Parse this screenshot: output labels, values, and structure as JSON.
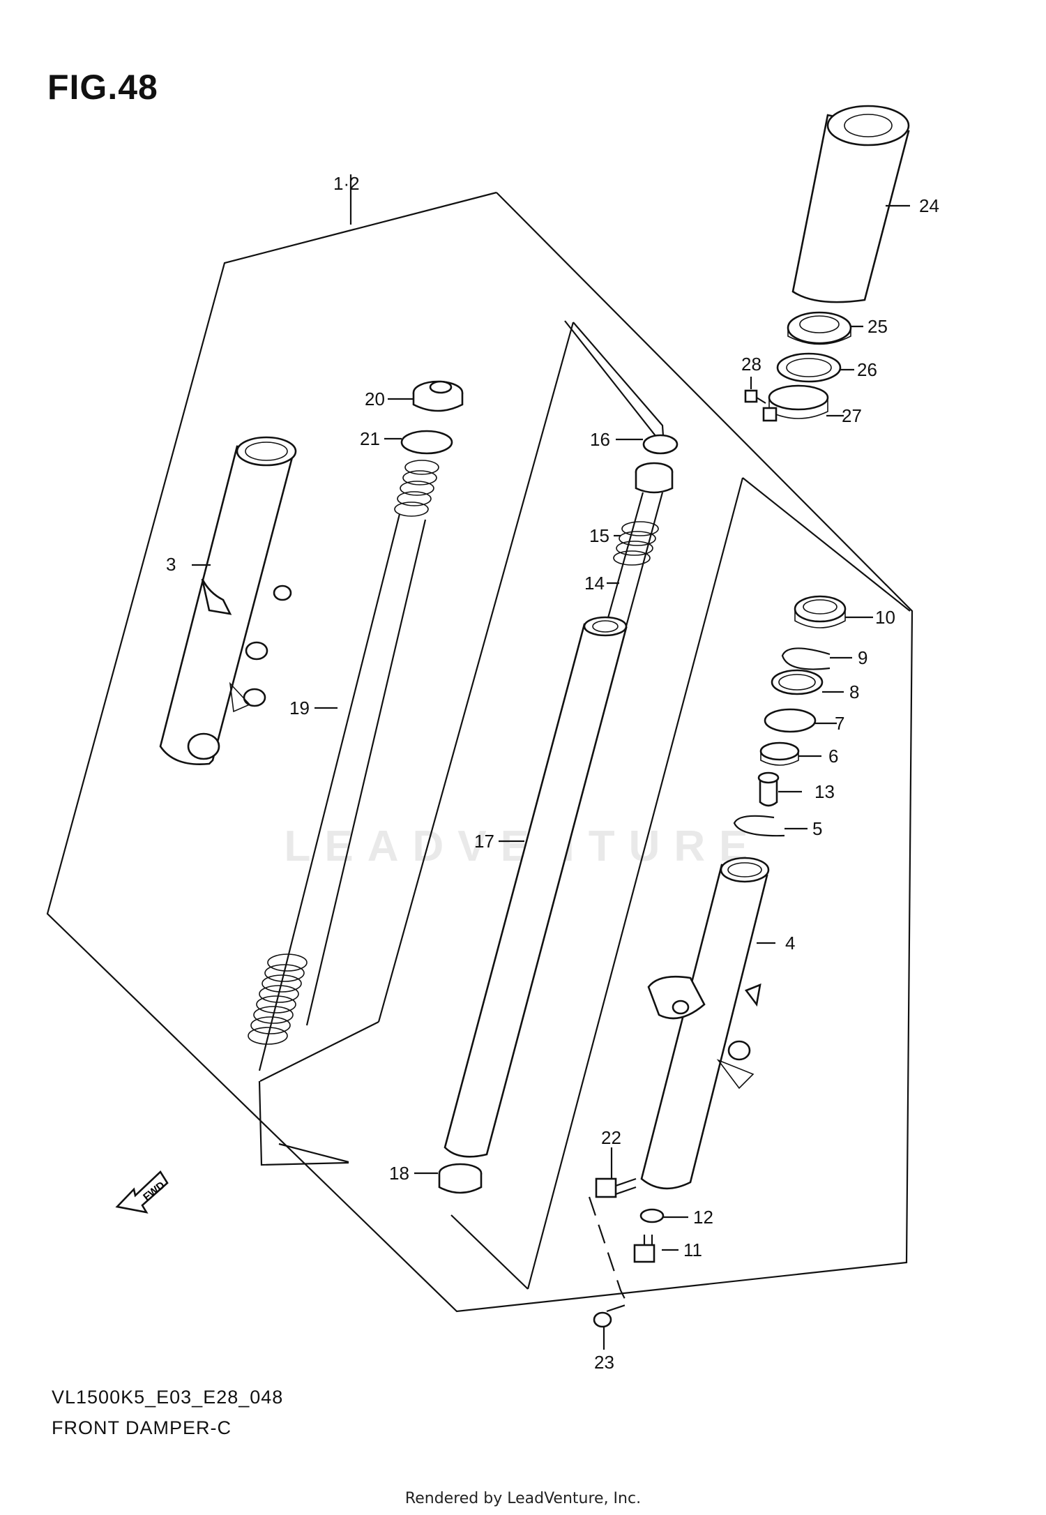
{
  "figure": {
    "title": "FIG.48",
    "model_code": "VL1500K5_E03_E28_048",
    "name": "FRONT DAMPER-C",
    "rendered_by": "Rendered by LeadVenture, Inc.",
    "watermark": "LEADVENTURE"
  },
  "fwd_label": "FWD",
  "callouts": {
    "c1_2": "1·2",
    "c3": "3",
    "c4": "4",
    "c5": "5",
    "c6": "6",
    "c7": "7",
    "c8": "8",
    "c9": "9",
    "c10": "10",
    "c11": "11",
    "c12": "12",
    "c13": "13",
    "c14": "14",
    "c15": "15",
    "c16": "16",
    "c17": "17",
    "c18": "18",
    "c19": "19",
    "c20": "20",
    "c21": "21",
    "c22": "22",
    "c23": "23",
    "c24": "24",
    "c25": "25",
    "c26": "26",
    "c27": "27",
    "c28": "28"
  },
  "colors": {
    "line": "#111111",
    "watermark": "#e9e9e9",
    "background": "#ffffff"
  }
}
